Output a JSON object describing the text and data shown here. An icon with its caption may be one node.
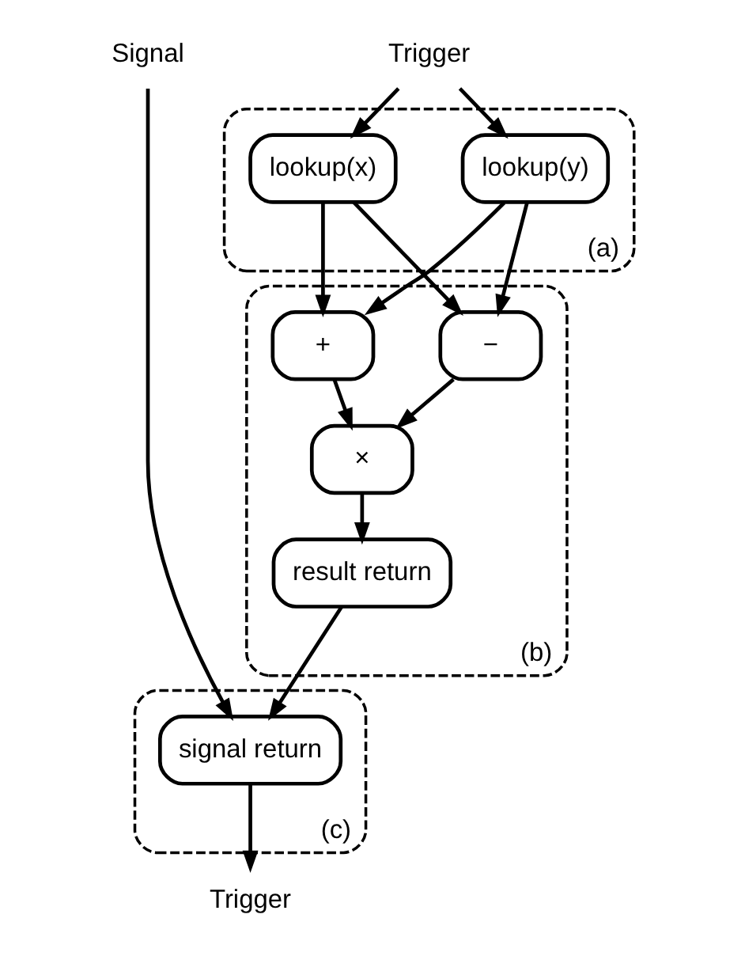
{
  "diagram": {
    "nodes": [
      {
        "text": [
          "Signal"
        ]
      },
      {
        "text": [
          "Trigger"
        ]
      },
      {
        "text": [],
        "shape": "box",
        "beside": [
          "(a)"
        ]
      },
      {
        "text": [
          "lookup(x)"
        ],
        "in": 2
      },
      {
        "text": [
          "lookup(y)"
        ],
        "in": 2
      },
      {
        "text": [],
        "shape": "box",
        "beside": [
          "(b)"
        ]
      },
      {
        "text": [
          "+"
        ],
        "in": 5
      },
      {
        "text": [
          "−"
        ],
        "in": 5
      },
      {
        "text": [
          "×"
        ],
        "in": 5
      },
      {
        "text": [
          "result return"
        ],
        "in": 5
      },
      {
        "text": [],
        "shape": "box",
        "beside": [
          "(c)"
        ]
      },
      {
        "text": [
          "signal return"
        ],
        "in": 10
      },
      {
        "text": [
          "Trigger"
        ]
      }
    ],
    "edges": [
      {
        "from": 1,
        "to": 3,
        "arrow": "to"
      },
      {
        "from": 1,
        "to": 4,
        "arrow": "to"
      },
      {
        "from": 3,
        "to": 6,
        "arrow": "to"
      },
      {
        "from": 3,
        "to": 7,
        "arrow": "to"
      },
      {
        "from": 4,
        "to": 6,
        "arrow": "to"
      },
      {
        "from": 4,
        "to": 7,
        "arrow": "to"
      },
      {
        "from": 6,
        "to": 8,
        "arrow": "to"
      },
      {
        "from": 7,
        "to": 8,
        "arrow": "to"
      },
      {
        "from": 8,
        "to": 9,
        "arrow": "to"
      },
      {
        "from": 0,
        "to": 11,
        "arrow": "to"
      },
      {
        "from": 9,
        "to": 11,
        "arrow": "to"
      },
      {
        "from": 11,
        "to": 12,
        "arrow": "to"
      }
    ]
  }
}
